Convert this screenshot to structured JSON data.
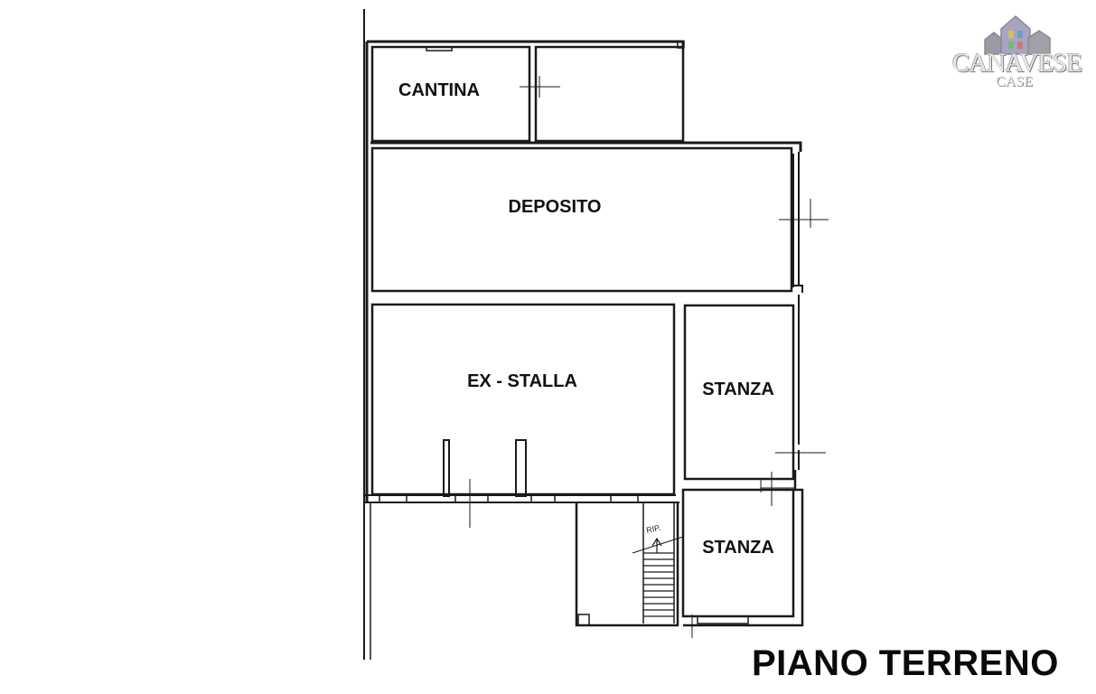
{
  "rooms": {
    "cantina": "CANTINA",
    "deposito": "DEPOSITO",
    "ex_stalla": "EX - STALLA",
    "stanza_upper": "STANZA",
    "stanza_lower": "STANZA"
  },
  "stair_note": "RIP.",
  "floor_title": "PIANO TERRENO",
  "logo": {
    "main": "CANAVESE",
    "sub": "CASE"
  },
  "colors": {
    "line": "#1a1a1a",
    "background": "#ffffff"
  }
}
